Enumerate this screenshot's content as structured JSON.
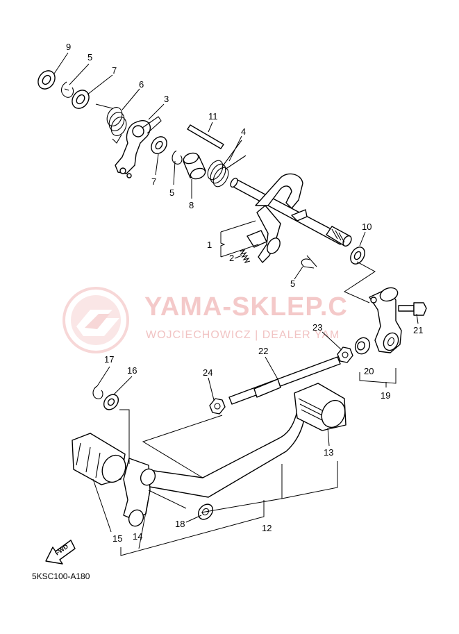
{
  "diagram": {
    "code": "5KSC100-A180",
    "fwd_label": "FWD"
  },
  "watermark": {
    "main": "YAMA-SKLEP.C",
    "sub": "WOJCIECHOWICZ | DEALER YAM"
  },
  "callouts": [
    {
      "id": "c9",
      "text": "9"
    },
    {
      "id": "c5a",
      "text": "5"
    },
    {
      "id": "c7a",
      "text": "7"
    },
    {
      "id": "c6",
      "text": "6"
    },
    {
      "id": "c3",
      "text": "3"
    },
    {
      "id": "c11",
      "text": "11"
    },
    {
      "id": "c4",
      "text": "4"
    },
    {
      "id": "c7b",
      "text": "7"
    },
    {
      "id": "c5b",
      "text": "5"
    },
    {
      "id": "c8",
      "text": "8"
    },
    {
      "id": "c10",
      "text": "10"
    },
    {
      "id": "c1",
      "text": "1"
    },
    {
      "id": "c2",
      "text": "2"
    },
    {
      "id": "c5c",
      "text": "5"
    },
    {
      "id": "c21",
      "text": "21"
    },
    {
      "id": "c23",
      "text": "23"
    },
    {
      "id": "c22",
      "text": "22"
    },
    {
      "id": "c20",
      "text": "20"
    },
    {
      "id": "c19",
      "text": "19"
    },
    {
      "id": "c17",
      "text": "17"
    },
    {
      "id": "c16",
      "text": "16"
    },
    {
      "id": "c24",
      "text": "24"
    },
    {
      "id": "c13",
      "text": "13"
    },
    {
      "id": "c18",
      "text": "18"
    },
    {
      "id": "c12",
      "text": "12"
    },
    {
      "id": "c15",
      "text": "15"
    },
    {
      "id": "c14",
      "text": "14"
    }
  ]
}
